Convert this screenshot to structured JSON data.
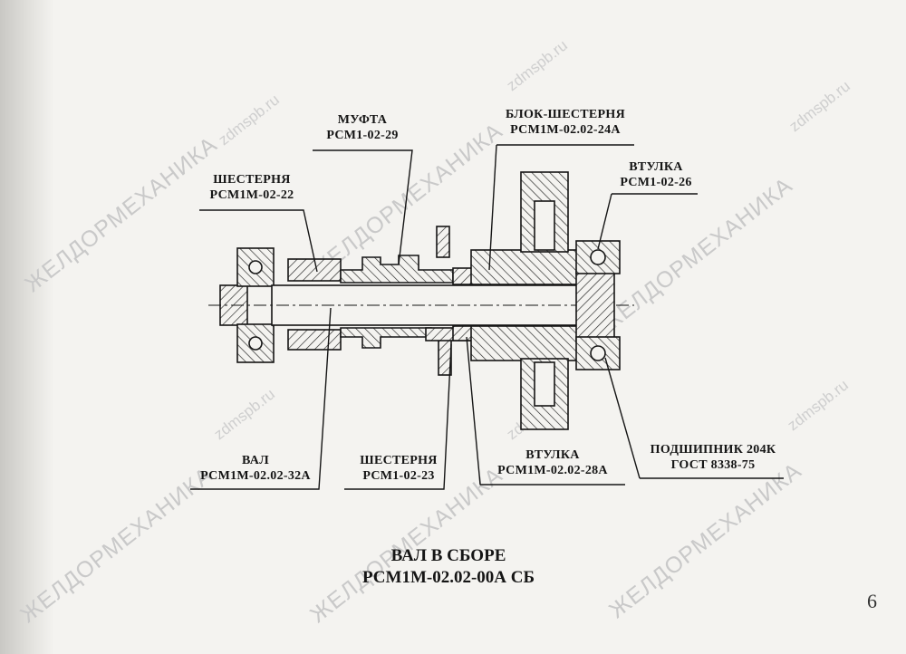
{
  "watermarks": {
    "brand": "ЖЕЛДОРМЕХАНИКА",
    "site": "zdmspb.ru"
  },
  "labels": {
    "gear_left": {
      "name": "ШЕСТЕРНЯ",
      "code": "РСМ1М-02-22"
    },
    "coupling": {
      "name": "МУФТА",
      "code": "РСМ1-02-29"
    },
    "block_gear": {
      "name": "БЛОК-ШЕСТЕРНЯ",
      "code": "РСМ1М-02.02-24А"
    },
    "bushing_right": {
      "name": "ВТУЛКА",
      "code": "РСМ1-02-26"
    },
    "shaft": {
      "name": "ВАЛ",
      "code": "РСМ1М-02.02-32А"
    },
    "gear_bottom": {
      "name": "ШЕСТЕРНЯ",
      "code": "РСМ1-02-23"
    },
    "bushing_bottom": {
      "name": "ВТУЛКА",
      "code": "РСМ1М-02.02-28А"
    },
    "bearing": {
      "name": "ПОДШИПНИК  204К",
      "code": "ГОСТ 8338-75"
    }
  },
  "title": {
    "line1": "ВАЛ В СБОРЕ",
    "line2": "РСМ1М-02.02-00А СБ"
  },
  "page_number": "6",
  "colors": {
    "ink": "#151515",
    "paper": "#f4f3f0",
    "watermark": "#c9c9c9"
  }
}
